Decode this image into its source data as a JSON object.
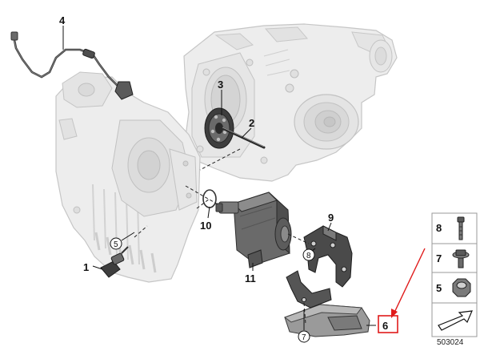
{
  "diagram": {
    "callouts": {
      "p1": "1",
      "p2": "2",
      "p3": "3",
      "p4": "4",
      "p5": "5",
      "p6": "6",
      "p7": "7",
      "p8": "8",
      "p9": "9",
      "p10": "10",
      "p11": "11"
    },
    "legend": {
      "item8": "8",
      "item7": "7",
      "item5": "5"
    },
    "document_number": "503024",
    "colors": {
      "part_fill": "#ececec",
      "part_stroke": "#c4c4c4",
      "dark_part": "#5a5a5a",
      "highlight": "#e01b1b"
    }
  }
}
